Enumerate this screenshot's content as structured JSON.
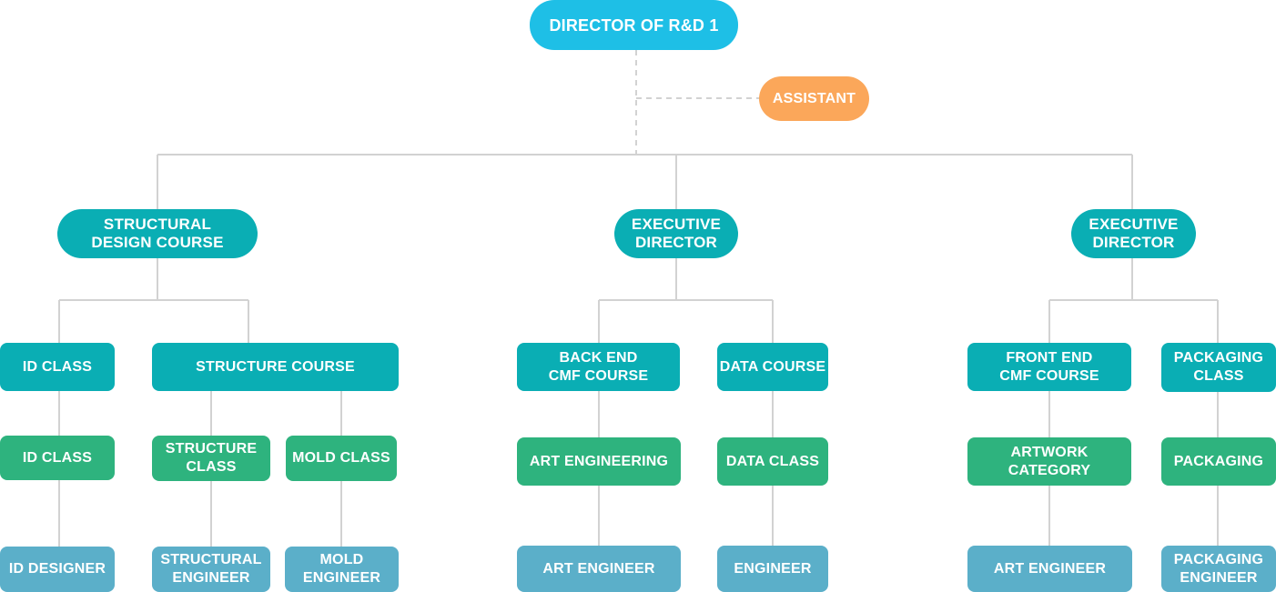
{
  "colors": {
    "top": "#1ebfe6",
    "assistant": "#fba75a",
    "level1": "#0aaeb4",
    "level2": "#0aaeb4",
    "level3": "#2eb37e",
    "level4": "#5bafc9",
    "connector": "#d2d2d2"
  },
  "nodes": {
    "director": "DIRECTOR OF R&D 1",
    "assistant": "ASSISTANT",
    "structural_design_course": "STRUCTURAL\nDESIGN COURSE",
    "executive_director_1": "EXECUTIVE\nDIRECTOR",
    "executive_director_2": "EXECUTIVE\nDIRECTOR",
    "id_class_course": "ID CLASS",
    "structure_course": "STRUCTURE COURSE",
    "back_end_cmf_course": "BACK END\nCMF COURSE",
    "data_course": "DATA COURSE",
    "front_end_cmf_course": "FRONT END\nCMF COURSE",
    "packaging_class_course": "PACKAGING\nCLASS",
    "id_class": "ID CLASS",
    "structure_class": "STRUCTURE\nCLASS",
    "mold_class": "MOLD CLASS",
    "art_engineering": "ART ENGINEERING",
    "data_class": "DATA CLASS",
    "artwork_category": "ARTWORK CATEGORY",
    "packaging": "PACKAGING",
    "id_designer": "ID DESIGNER",
    "structural_engineer": "STRUCTURAL\nENGINEER",
    "mold_engineer": "MOLD\nENGINEER",
    "art_engineer_1": "ART ENGINEER",
    "engineer": "ENGINEER",
    "art_engineer_2": "ART ENGINEER",
    "packaging_engineer": "PACKAGING\nENGINEER"
  }
}
